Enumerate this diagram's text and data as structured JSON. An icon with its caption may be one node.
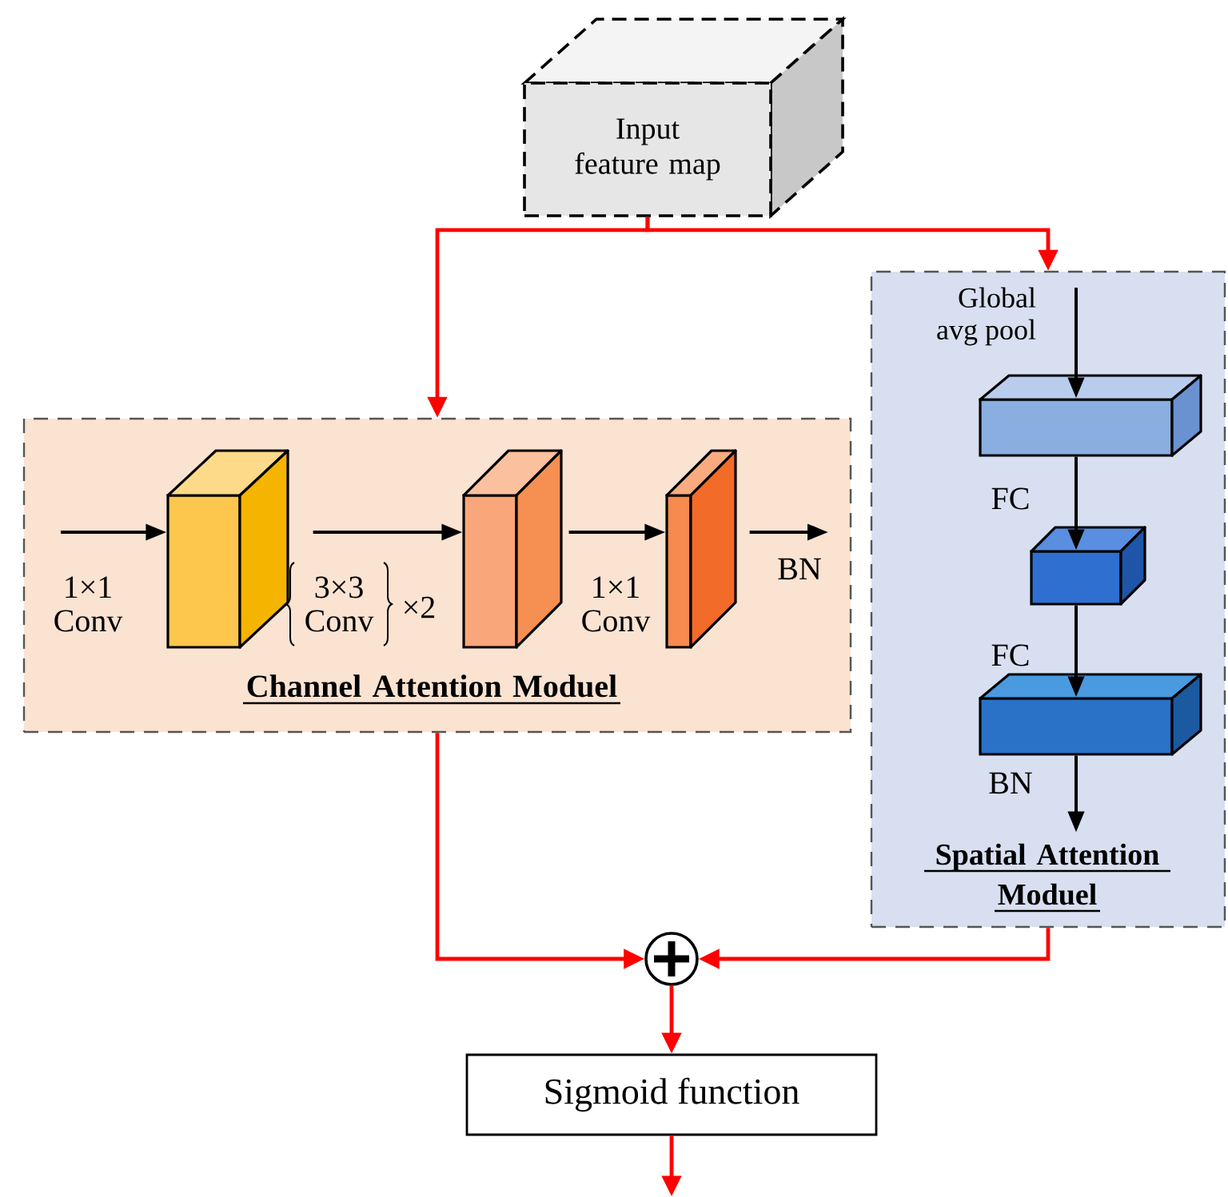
{
  "diagram": {
    "nodes": [
      {
        "text": [
          "Input feature map"
        ]
      },
      {
        "text": [
          "Channel Attention Moduel"
        ]
      },
      {
        "text": [],
        "shape": "box",
        "in": 1
      },
      {
        "text": [],
        "shape": "box",
        "in": 1
      },
      {
        "text": [],
        "shape": "box",
        "in": 1
      },
      {
        "text": [
          "Spatial Attention Moduel"
        ]
      },
      {
        "text": [],
        "shape": "box",
        "in": 5
      },
      {
        "text": [],
        "shape": "box",
        "in": 5
      },
      {
        "text": [],
        "shape": "box",
        "in": 5
      },
      {
        "text": [],
        "shape": "circle"
      },
      {
        "text": [
          "Sigmoid function"
        ]
      }
    ],
    "edges": [
      {
        "from": 0,
        "to": 1,
        "arrow": "to",
        "color": "#ff0000"
      },
      {
        "from": 0,
        "to": 5,
        "arrow": "to",
        "color": "#ff0000"
      },
      {
        "from": null,
        "to": 2,
        "arrow": "to",
        "label": "1×1 Conv"
      },
      {
        "from": 2,
        "to": 3,
        "arrow": "to",
        "label": "3×3 Conv"
      },
      {
        "from": 3,
        "to": 4,
        "arrow": "to",
        "label": "1×1 Conv"
      },
      {
        "from": 4,
        "to": null,
        "arrow": "to",
        "label": "BN"
      },
      {
        "from": null,
        "to": 6,
        "arrow": "to",
        "label": "Global avg pool"
      },
      {
        "from": 6,
        "to": 7,
        "arrow": "to",
        "label": "FC"
      },
      {
        "from": 7,
        "to": 8,
        "arrow": "to",
        "label": "FC"
      },
      {
        "from": 8,
        "to": null,
        "arrow": "to",
        "label": "BN"
      },
      {
        "from": 1,
        "to": 9,
        "arrow": "to",
        "color": "#ff0000"
      },
      {
        "from": 5,
        "to": 9,
        "arrow": "to",
        "color": "#ff0000"
      },
      {
        "from": 9,
        "to": 10,
        "arrow": "to",
        "color": "#ff0000"
      },
      {
        "from": 10,
        "to": null,
        "arrow": "to",
        "color": "#ff0000"
      }
    ],
    "labels": [
      "×2"
    ]
  }
}
